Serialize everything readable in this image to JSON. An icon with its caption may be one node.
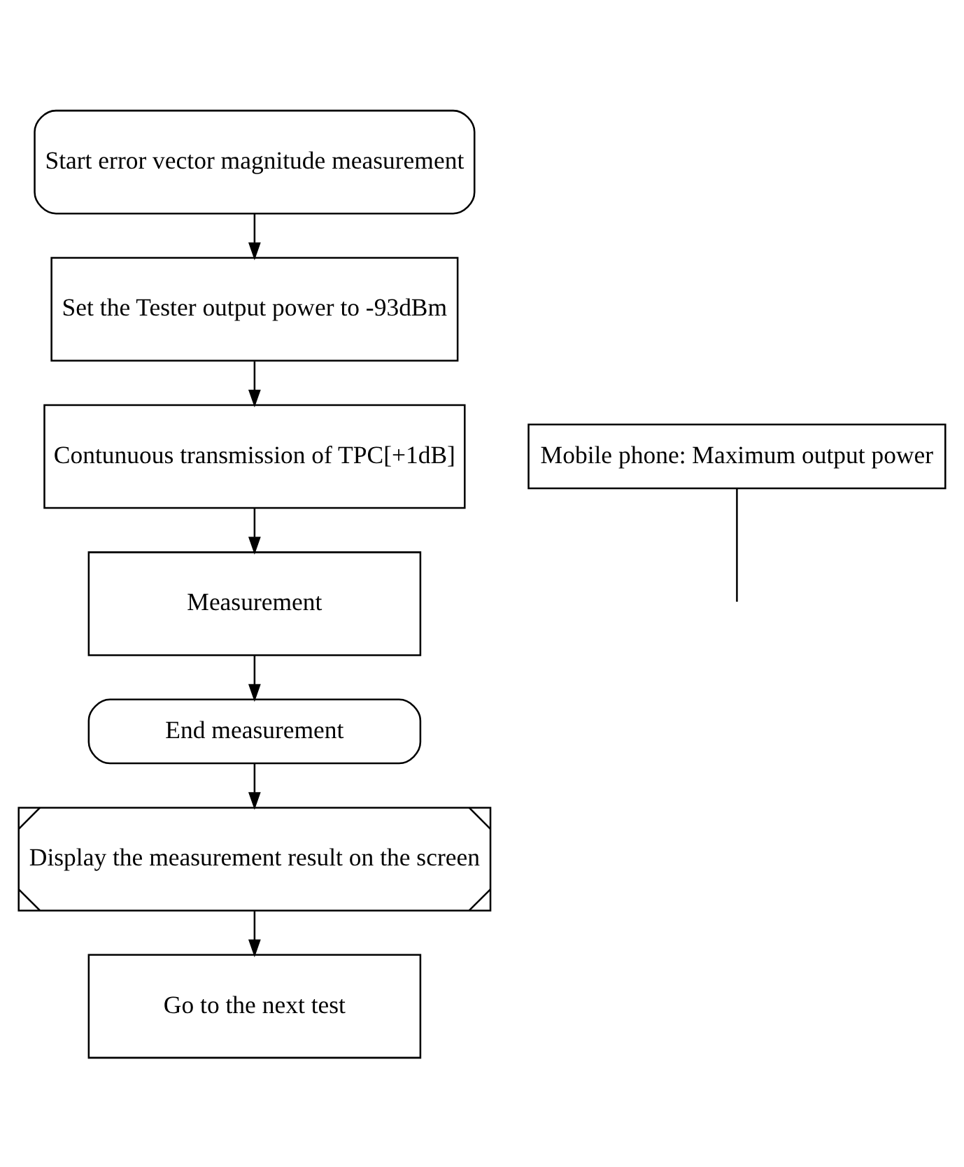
{
  "diagram": {
    "nodes": [
      {
        "text": [
          "Start error vector magnitude measurement"
        ]
      },
      {
        "text": [
          "Set the Tester output power to -93dBm"
        ]
      },
      {
        "text": [
          "Contunuous transmission of TPC[+1dB]"
        ]
      },
      {
        "text": [
          "Measurement"
        ]
      },
      {
        "text": [
          "End measurement"
        ]
      },
      {
        "text": [
          "Display the measurement result on the screen"
        ]
      },
      {
        "text": [
          "Go to the next test"
        ]
      },
      {
        "text": [
          "Mobile phone: Maximum output power"
        ]
      }
    ],
    "edges": [
      {
        "from": 0,
        "to": 1,
        "arrow": "to"
      },
      {
        "from": 1,
        "to": 2,
        "arrow": "to"
      },
      {
        "from": 2,
        "to": 3,
        "arrow": "to"
      },
      {
        "from": 3,
        "to": 4,
        "arrow": "to"
      },
      {
        "from": 4,
        "to": 5,
        "arrow": "to"
      },
      {
        "from": 5,
        "to": 6,
        "arrow": "to"
      },
      {
        "from": 7,
        "to": null,
        "arrow": "none"
      }
    ]
  }
}
